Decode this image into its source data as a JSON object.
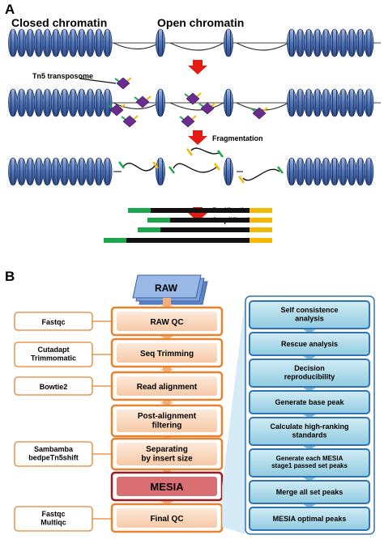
{
  "panel_a": {
    "label": "A",
    "closed_chromatin": "Closed chromatin",
    "open_chromatin": "Open chromatin",
    "tn5": "Tn5 transposome",
    "fragmentation": "Fragmentation",
    "purification": "Purification",
    "amplification": "Amplification",
    "colors": {
      "nucleosome": "#4f74b8",
      "arrow": "#e31b13",
      "tn5": "#6a2c91",
      "green": "#1aa64a",
      "yellow": "#f5b800",
      "black": "#111111"
    }
  },
  "panel_b": {
    "label": "B",
    "raw": "RAW",
    "pipeline": [
      {
        "label": "RAW QC"
      },
      {
        "label": "Seq Trimming"
      },
      {
        "label": "Read alignment"
      },
      {
        "label": "Post-alignment\nfiltering"
      },
      {
        "label": "Separating\nby insert size"
      },
      {
        "label": "MESIA"
      },
      {
        "label": "Final QC"
      }
    ],
    "tools": [
      {
        "label": "Fastqc"
      },
      {
        "label": "Cutadapt\nTrimmomatic"
      },
      {
        "label": "Bowtie2"
      },
      {
        "label": "Sambamba\nbedpeTn5shift"
      },
      {
        "label": "Fastqc\nMultiqc"
      }
    ],
    "mesia_steps": [
      {
        "label": "Self consistence\nanalysis"
      },
      {
        "label": "Rescue analysis"
      },
      {
        "label": "Decision\nreproducibility"
      },
      {
        "label": "Generate base peak"
      },
      {
        "label": "Calculate high-ranking\nstandards"
      },
      {
        "label": "Generate each MESIA\nstage1 passed set peaks"
      },
      {
        "label": "Merge all set peaks"
      },
      {
        "label": "MESIA optimal peaks"
      }
    ],
    "colors": {
      "pipeline_fill": "#fad6bb",
      "pipeline_border": "#e8822c",
      "mesia_fill": "#d96f72",
      "mesia_border": "#9c1c22",
      "step_fill": "#a6d5e6",
      "step_border": "#2e74b5",
      "tool_border": "#e8822c"
    }
  }
}
